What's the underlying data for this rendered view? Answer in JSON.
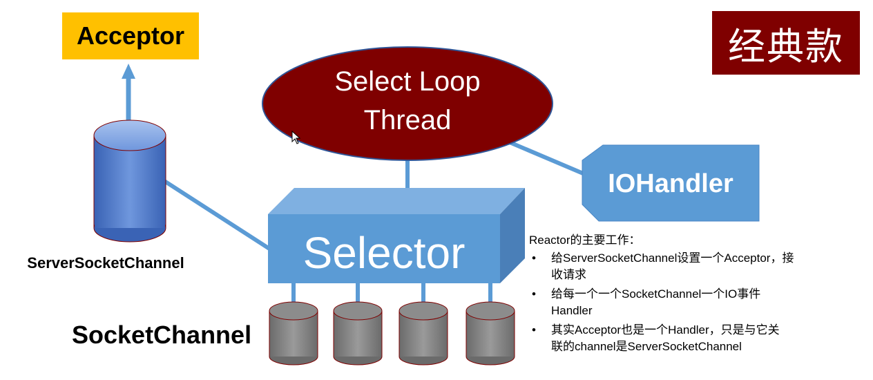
{
  "badge": {
    "text": "经典款"
  },
  "acceptor": {
    "label": "Acceptor"
  },
  "select_loop": {
    "line1": "Select Loop",
    "line2": "Thread"
  },
  "selector": {
    "label": "Selector"
  },
  "io_handler": {
    "label": "IOHandler"
  },
  "server_socket_channel": {
    "label": "ServerSocketChannel"
  },
  "socket_channel": {
    "label": "SocketChannel"
  },
  "notes": {
    "heading": "Reactor的主要工作：",
    "items": [
      {
        "line1": "给ServerSocketChannel设置一个Acceptor，接",
        "line2": "收请求"
      },
      {
        "line1": "给每一个一个SocketChannel一个IO事件",
        "line2": "Handler"
      },
      {
        "line1": "其实Acceptor也是一个Handler，只是与它关",
        "line2": "联的channel是ServerSocketChannel"
      }
    ]
  },
  "colors": {
    "dark_red": "#7f0000",
    "acceptor_yellow": "#ffc000",
    "connector_blue": "#5b9bd5",
    "selector_blue": "#5b9bd5",
    "cylinder_gray": "#7f7f7f",
    "cylinder_blue": "#4472c4"
  },
  "icons": {
    "cursor": "mouse-pointer-icon",
    "arrow": "up-arrow-icon",
    "bullet": "bullet-icon"
  }
}
